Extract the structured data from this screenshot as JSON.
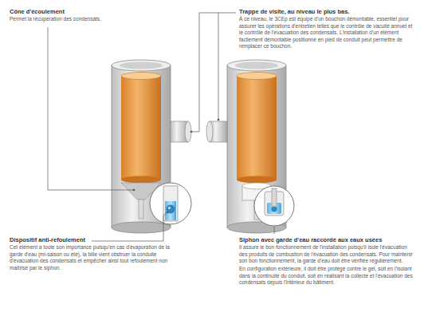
{
  "diagram": {
    "labels": [
      "Cône d'écoulement",
      "Permet la récupération des condensats.",
      "Trappe de visite, au niveau le plus bas.",
      "À ce niveau, le 3CEp est équipé d'un bouchon démontable, essentiel pour assurer les opérations d'entretien telles que le contrôle de vacuité annuel et le contrôle de l'évacuation des condensats. L'installation d'un élément facilement démontable positionné en pied de conduit peut permettre de remplacer ce bouchon.",
      "Dispositif anti-refoulement",
      "Cet élément a toute son importance puisqu'en cas d'évaporation de la garde d'eau (mi-saison ou été), la bille vient obstruer la conduite d'évacuation des condensats et empêcher ainsi tout refoulement non maîtrisé par le siphon.",
      "Siphon avec garde d'eau raccordé aux eaux usées",
      "Il assure le bon fonctionnement de l'installation puisqu'il isole l'évacuation des produits de combustion de l'évacuation des condensats. Pour maintenir son bon fonctionnement, la garde d'eau doit être vérifiée régulièrement.",
      "En configuration extérieure, il doit être protégé contre le gel, soit en l'isolant dans la continuité du conduit, soit en réalisant la collecte et l'évacuation des condensats depuis l'intérieur du bâtiment."
    ]
  }
}
